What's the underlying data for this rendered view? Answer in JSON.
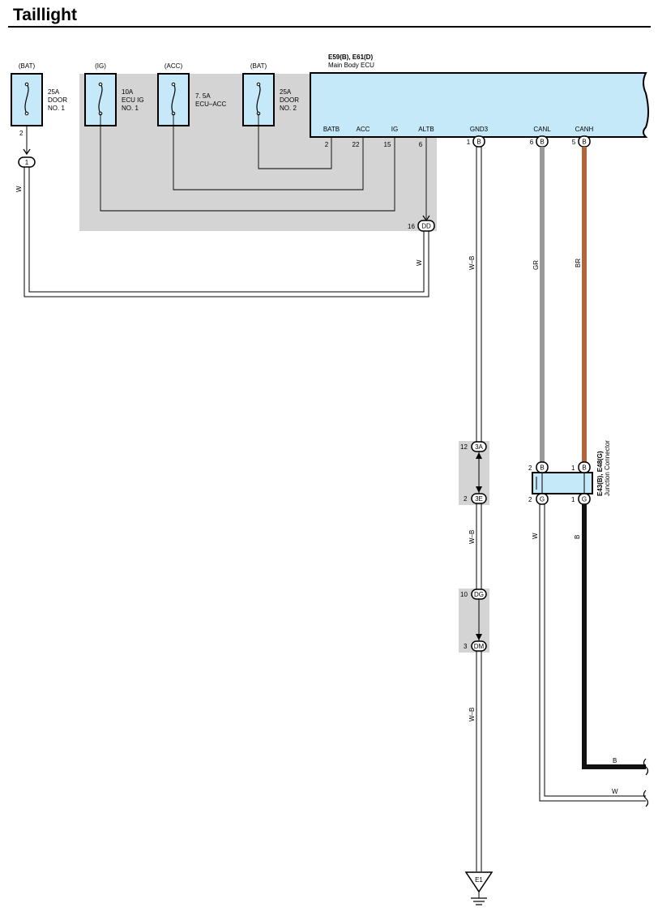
{
  "page": {
    "title": "Taillight"
  },
  "fuses": [
    {
      "source": "(BAT)",
      "rating": "25A",
      "line1": "DOOR",
      "line2": "NO. 1"
    },
    {
      "source": "(IG)",
      "rating": "10A",
      "line1": "ECU IG",
      "line2": "NO. 1"
    },
    {
      "source": "(ACC)",
      "rating": "7. 5A",
      "line1": "ECU–ACC",
      "line2": ""
    },
    {
      "source": "(BAT)",
      "rating": "25A",
      "line1": "DOOR",
      "line2": "NO. 2"
    }
  ],
  "ecu": {
    "codes": "E59(B), E61(D)",
    "name": "Main Body ECU",
    "terminals": [
      {
        "name": "BATB",
        "pin": "2"
      },
      {
        "name": "ACC",
        "pin": "22"
      },
      {
        "name": "IG",
        "pin": "15"
      },
      {
        "name": "ALTB",
        "pin": "6"
      },
      {
        "name": "GND3",
        "pin": "1",
        "conn": "B"
      },
      {
        "name": "CANL",
        "pin": "6",
        "conn": "B"
      },
      {
        "name": "CANH",
        "pin": "5",
        "conn": "B"
      }
    ]
  },
  "fuse1_pin": "2",
  "connector_1": "1",
  "connector_dd": {
    "pin": "16",
    "code": "DD"
  },
  "junction": {
    "codes": "E43(B), E48(G)",
    "name": "Junction Connector",
    "top_left": {
      "pin": "2",
      "conn": "B"
    },
    "top_right": {
      "pin": "1",
      "conn": "B"
    },
    "bot_left": {
      "pin": "2",
      "conn": "G"
    },
    "bot_right": {
      "pin": "1",
      "conn": "G"
    }
  },
  "connectors_gnd": [
    {
      "pin": "12",
      "code": "3A"
    },
    {
      "pin": "2",
      "code": "3E"
    },
    {
      "pin": "10",
      "code": "DG"
    },
    {
      "pin": "3",
      "code": "DM"
    }
  ],
  "ground": "E1",
  "wire_colors": {
    "w_left": "W",
    "w_dd": "W",
    "wb_1": "W–B",
    "wb_2": "W–B",
    "wb_3": "W–B",
    "gr": "GR",
    "br": "BR",
    "w_jc": "W",
    "b_jc": "B",
    "b_end": "B",
    "w_end": "W"
  },
  "colors": {
    "ecu_fill": "#c6e9fa",
    "fuse_fill": "#c6e9fa",
    "shade": "#d4d4d4",
    "wire_gr": "#999999",
    "wire_br": "#b0653a",
    "wire_b": "#111111"
  }
}
